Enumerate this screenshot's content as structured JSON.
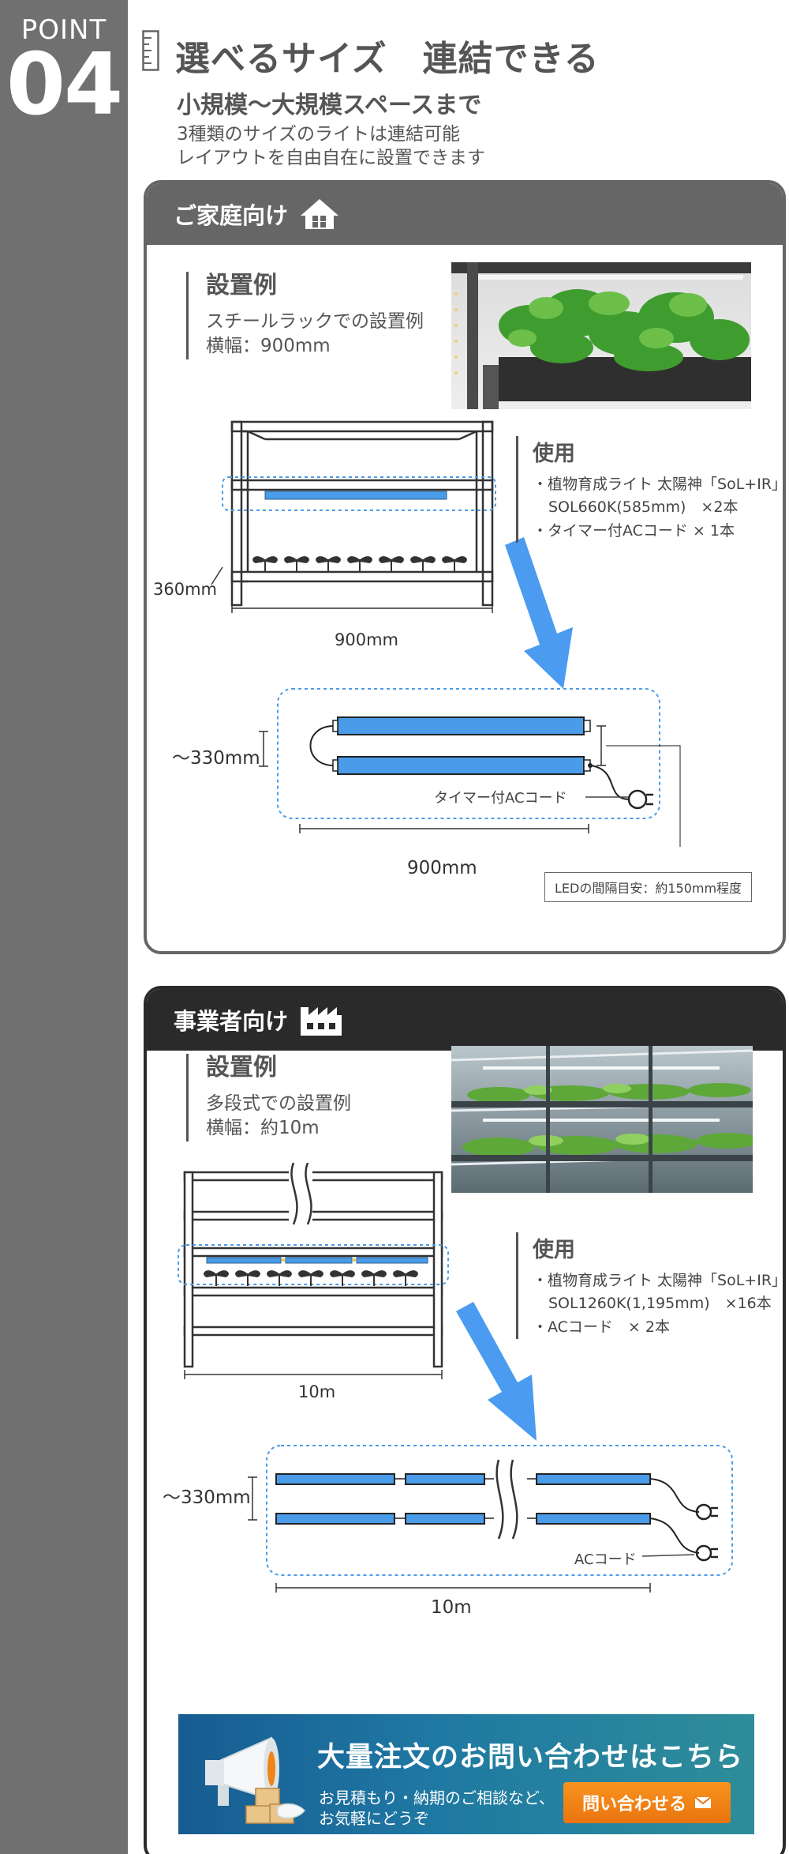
{
  "point": {
    "label": "POINT",
    "number": "04"
  },
  "header": {
    "title": "選べるサイズ　連結できる",
    "subtitle": "小規模〜大規模スペースまで",
    "desc1": "3種類のサイズのライトは連結可能",
    "desc2": "レイアウトを自由自在に設置できます"
  },
  "home": {
    "heading": "ご家庭向け",
    "example_title": "設置例",
    "example_line1": "スチールラックでの設置例",
    "example_line2": "横幅：900mm",
    "usage_title": "使用",
    "usage_line1": "・植物育成ライト 太陽神「SoL+IR」",
    "usage_line2": "SOL660K(585mm)　×2本",
    "usage_line3": "・タイマー付ACコード × 1本",
    "rack_depth": "360mm",
    "rack_width": "900mm",
    "light_height": "〜330mm",
    "cord_label": "タイマー付ACコード",
    "light_width": "900mm",
    "spacing_note": "LEDの間隔目安：約150mm程度"
  },
  "biz": {
    "heading": "事業者向け",
    "example_title": "設置例",
    "example_line1": "多段式での設置例",
    "example_line2": "横幅：約10m",
    "usage_title": "使用",
    "usage_line1": "・植物育成ライト 太陽神「SoL+IR」",
    "usage_line2": "SOL1260K(1,195mm)　×16本",
    "usage_line3": "・ACコード　× 2本",
    "rack_width": "10m",
    "light_height": "〜330mm",
    "cord_label": "ACコード",
    "light_width": "10m"
  },
  "banner": {
    "title": "大量注文のお問い合わせはこちら",
    "text1": "お見積もり・納期のご相談など、",
    "text2": "お気軽にどうぞ",
    "button": "問い合わせる"
  },
  "colors": {
    "sidebar": "#707070",
    "light_blue": "#4a9be8",
    "arrow": "#4b9bf0",
    "button_orange": "#f08418"
  }
}
